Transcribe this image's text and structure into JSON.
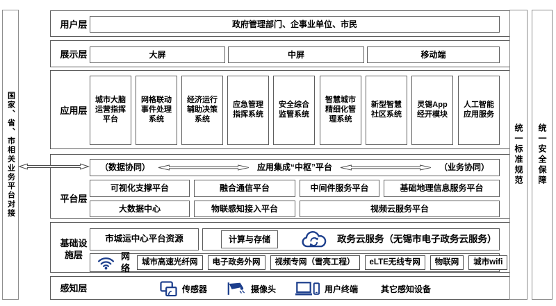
{
  "side_bars": {
    "left": {
      "label": "国家、省、市相关业务平台对接"
    },
    "standard": {
      "label": "统一标准规范"
    },
    "security": {
      "label": "统一安全保障"
    }
  },
  "layers": {
    "user": {
      "label": "用户层",
      "content": "政府管理部门、企事业单位、市民"
    },
    "display": {
      "label": "展示层",
      "items": [
        "大屏",
        "中屏",
        "移动端"
      ]
    },
    "app": {
      "label": "应用层",
      "items": [
        "城市大脑运营指挥平台",
        "网格联动事件处理系统",
        "经济运行辅助决策系统",
        "应急管理指挥系统",
        "安全综合监管系统",
        "智慧城市精细化管理系统",
        "新型智慧社区系统",
        "灵锡App经开模块",
        "人工智能应用服务"
      ]
    },
    "platform": {
      "label": "平台层",
      "hub": {
        "left": "（数据协同）",
        "center": "应用集成“中枢”平台",
        "right": "（业务协同）"
      },
      "row2": [
        "可视化支撑平台",
        "融合通信平台",
        "中间件服务平台",
        "基础地理信息服务平台"
      ],
      "row3": [
        "大数据中心",
        "物联感知接入平台",
        "视频云服务平台"
      ]
    },
    "infra": {
      "label": "基础设施层",
      "resources": "市城运中心平台资源",
      "compute": "计算与存储",
      "cloud": "政务云服务（无锡市电子政务云服务）",
      "network_label": "网络",
      "networks": [
        "城市高速光纤网",
        "电子政务外网",
        "视频专网（雪亮工程）",
        "eLTE无线专网",
        "物联网",
        "城市wifi"
      ]
    },
    "sensing": {
      "label": "感知层",
      "items": [
        "传感器",
        "摄像头",
        "用户终端",
        "其它感知设备"
      ]
    }
  },
  "colors": {
    "icon_blue": "#1c3e8c",
    "border_gray": "#595959"
  }
}
